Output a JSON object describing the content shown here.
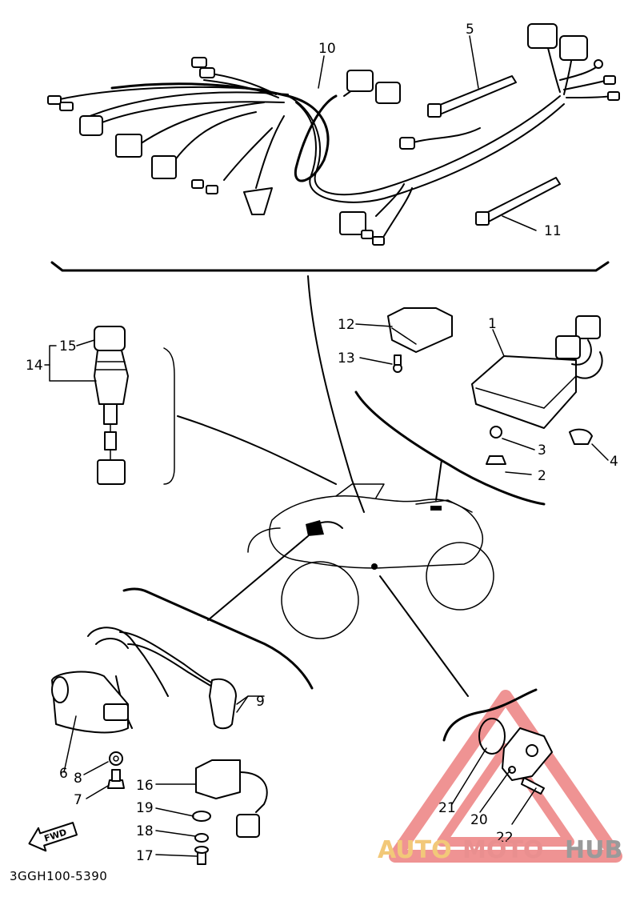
{
  "diagram_code": "3GGH100-5390",
  "fwd_label": "FWD",
  "callouts": {
    "p1": "1",
    "p2": "2",
    "p3": "3",
    "p4": "4",
    "p5": "5",
    "p6": "6",
    "p7": "7",
    "p8": "8",
    "p9": "9",
    "p10": "10",
    "p11": "11",
    "p12": "12",
    "p13": "13",
    "p14": "14",
    "p15": "15",
    "p16": "16",
    "p17": "17",
    "p18": "18",
    "p19": "19",
    "p20": "20",
    "p21": "21",
    "p22": "22"
  },
  "watermark": {
    "auto": "AUTO",
    "moto": "MOTO",
    "hub": "HUB",
    "colors": {
      "auto": "#f2c879",
      "moto": "#e98f8f",
      "hub": "#9a9a9a",
      "triangle": "#e23b3b"
    }
  }
}
